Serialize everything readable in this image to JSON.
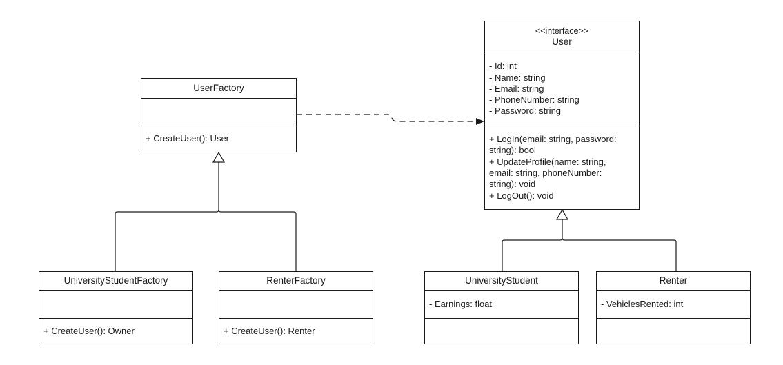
{
  "classes": {
    "user_factory": {
      "name": "UserFactory",
      "attributes": [],
      "methods": [
        "+ CreateUser(): User"
      ]
    },
    "university_student_factory": {
      "name": "UniversityStudentFactory",
      "attributes": [],
      "methods": [
        "+ CreateUser(): Owner"
      ]
    },
    "renter_factory": {
      "name": "RenterFactory",
      "attributes": [],
      "methods": [
        "+ CreateUser(): Renter"
      ]
    },
    "user": {
      "stereotype": "<<interface>>",
      "name": "User",
      "attributes": [
        "- Id: int",
        "- Name: string",
        "- Email: string",
        "- PhoneNumber: string",
        "- Password: string"
      ],
      "methods": [
        "+ LogIn(email: string, password:",
        "string): bool",
        "+ UpdateProfile(name: string,",
        "email: string, phoneNumber:",
        "string): void",
        "+ LogOut(): void"
      ]
    },
    "university_student": {
      "name": "UniversityStudent",
      "attributes": [
        "- Earnings: float"
      ],
      "methods": []
    },
    "renter": {
      "name": "Renter",
      "attributes": [
        "- VehiclesRented: int"
      ],
      "methods": []
    }
  },
  "relationships": [
    {
      "type": "dependency",
      "from": "UserFactory",
      "to": "User"
    },
    {
      "type": "generalization",
      "from": "UniversityStudentFactory",
      "to": "UserFactory"
    },
    {
      "type": "generalization",
      "from": "RenterFactory",
      "to": "UserFactory"
    },
    {
      "type": "generalization",
      "from": "UniversityStudent",
      "to": "User"
    },
    {
      "type": "generalization",
      "from": "Renter",
      "to": "User"
    }
  ],
  "colors": {
    "line": "#1a1a1a",
    "background": "#ffffff"
  }
}
